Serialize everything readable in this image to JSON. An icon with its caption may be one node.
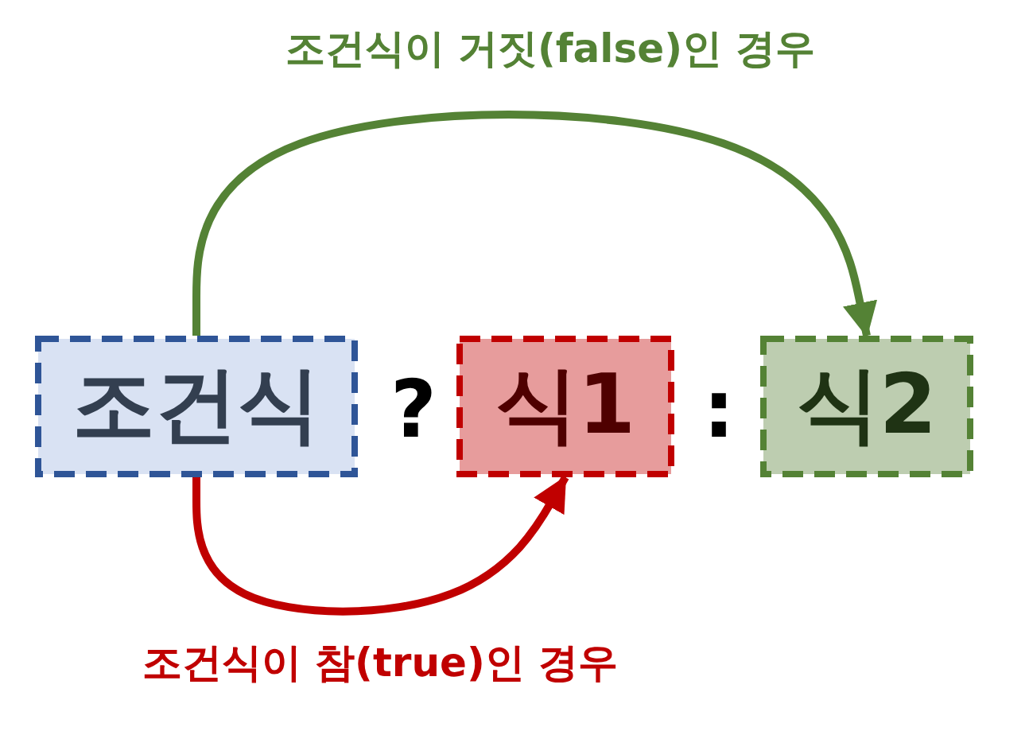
{
  "diagram": {
    "nodes": [
      {
        "text": [
          "조건식"
        ]
      },
      {
        "text": [
          "식1"
        ]
      },
      {
        "text": [
          "식2"
        ]
      }
    ],
    "edges": [
      {
        "from": 0,
        "to": 2,
        "arrow": "to",
        "label": "조건식이 거짓(false)인 경우",
        "color": "#548235"
      },
      {
        "from": 0,
        "to": 1,
        "arrow": "to",
        "label": "조건식이 참(true)인 경우",
        "color": "#c00000"
      }
    ],
    "labels": [
      "?",
      ":"
    ]
  }
}
